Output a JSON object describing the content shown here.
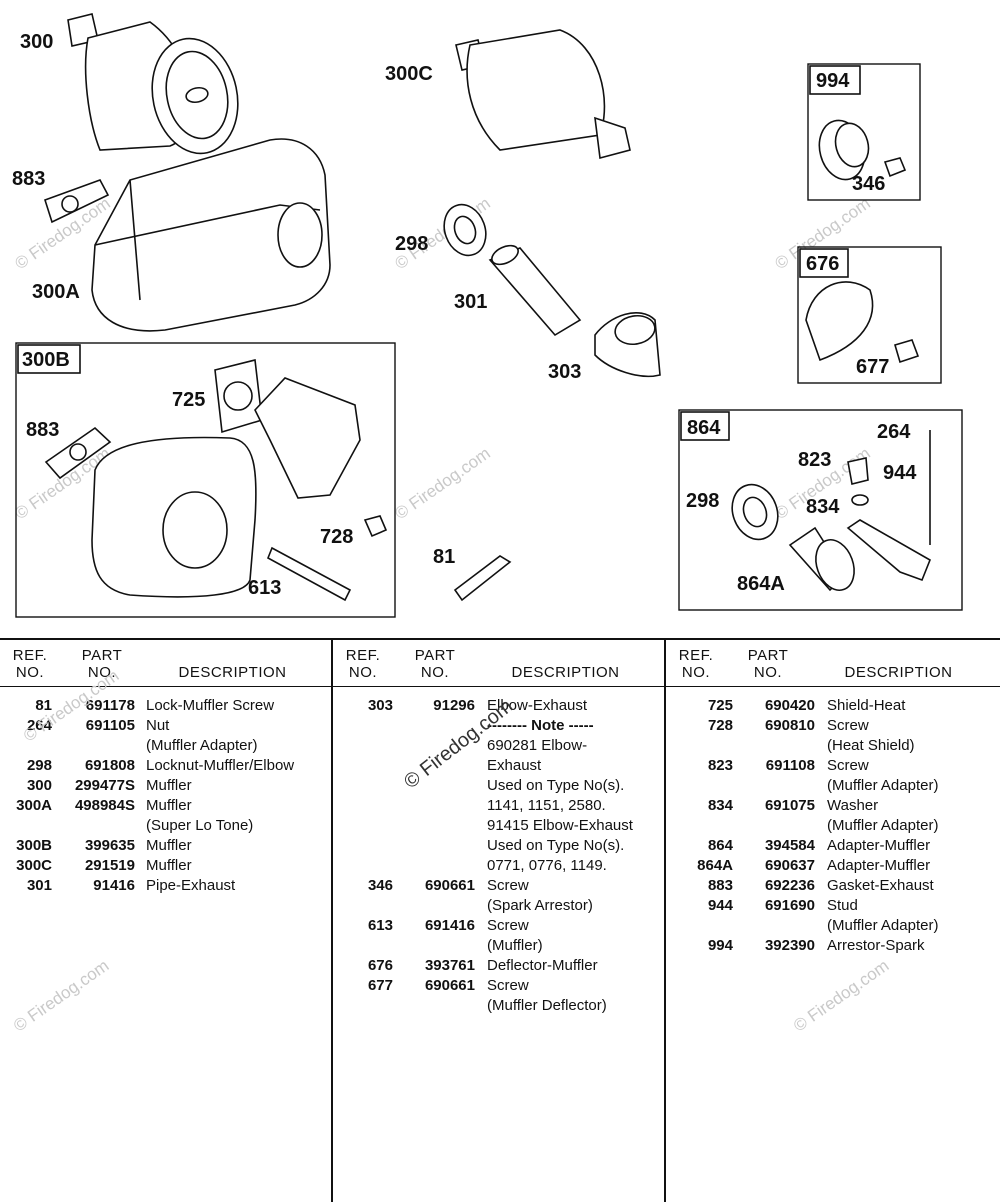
{
  "watermark": "© Firedog.com",
  "diagram": {
    "callouts": {
      "c300": "300",
      "c300c": "300C",
      "c994": "994",
      "c346": "346",
      "c883a": "883",
      "c300a": "300A",
      "c298a": "298",
      "c301": "301",
      "c303": "303",
      "c676": "676",
      "c677": "677",
      "c300b": "300B",
      "c725": "725",
      "c883b": "883",
      "c728": "728",
      "c613": "613",
      "c81": "81",
      "c864": "864",
      "c264": "264",
      "c823": "823",
      "c944": "944",
      "c298b": "298",
      "c834": "834",
      "c864a": "864A"
    }
  },
  "table": {
    "headers": {
      "ref": "REF.\nNO.",
      "part": "PART\nNO.",
      "desc": "DESCRIPTION"
    },
    "columns": [
      [
        {
          "ref": "81",
          "part": "691178",
          "desc": "Lock-Muffler Screw"
        },
        {
          "ref": "264",
          "part": "691105",
          "desc": "Nut"
        },
        {
          "ref": "",
          "part": "",
          "desc": "(Muffler Adapter)"
        },
        {
          "ref": "298",
          "part": "691808",
          "desc": "Locknut-Muffler/Elbow"
        },
        {
          "ref": "300",
          "part": "299477S",
          "desc": "Muffler"
        },
        {
          "ref": "300A",
          "part": "498984S",
          "desc": "Muffler"
        },
        {
          "ref": "",
          "part": "",
          "desc": "(Super Lo Tone)"
        },
        {
          "ref": "300B",
          "part": "399635",
          "desc": "Muffler"
        },
        {
          "ref": "300C",
          "part": "291519",
          "desc": "Muffler"
        },
        {
          "ref": "301",
          "part": "91416",
          "desc": "Pipe-Exhaust"
        }
      ],
      [
        {
          "ref": "303",
          "part": "91296",
          "desc": "Elbow-Exhaust"
        },
        {
          "ref": "",
          "part": "",
          "desc": "-------- Note -----",
          "bold": true
        },
        {
          "ref": "",
          "part": "",
          "desc": "690281 Elbow-"
        },
        {
          "ref": "",
          "part": "",
          "desc": "Exhaust"
        },
        {
          "ref": "",
          "part": "",
          "desc": "Used on Type No(s)."
        },
        {
          "ref": "",
          "part": "",
          "desc": "1141, 1151, 2580."
        },
        {
          "ref": "",
          "part": "",
          "desc": "91415 Elbow-Exhaust"
        },
        {
          "ref": "",
          "part": "",
          "desc": "Used on Type No(s)."
        },
        {
          "ref": "",
          "part": "",
          "desc": "0771, 0776, 1149."
        },
        {
          "ref": "346",
          "part": "690661",
          "desc": "Screw"
        },
        {
          "ref": "",
          "part": "",
          "desc": "(Spark Arrestor)"
        },
        {
          "ref": "613",
          "part": "691416",
          "desc": "Screw"
        },
        {
          "ref": "",
          "part": "",
          "desc": "(Muffler)"
        },
        {
          "ref": "676",
          "part": "393761",
          "desc": "Deflector-Muffler"
        },
        {
          "ref": "677",
          "part": "690661",
          "desc": "Screw"
        },
        {
          "ref": "",
          "part": "",
          "desc": "(Muffler Deflector)"
        }
      ],
      [
        {
          "ref": "725",
          "part": "690420",
          "desc": "Shield-Heat"
        },
        {
          "ref": "728",
          "part": "690810",
          "desc": "Screw"
        },
        {
          "ref": "",
          "part": "",
          "desc": "(Heat Shield)"
        },
        {
          "ref": "823",
          "part": "691108",
          "desc": "Screw"
        },
        {
          "ref": "",
          "part": "",
          "desc": "(Muffler Adapter)"
        },
        {
          "ref": "834",
          "part": "691075",
          "desc": "Washer"
        },
        {
          "ref": "",
          "part": "",
          "desc": "(Muffler Adapter)"
        },
        {
          "ref": "864",
          "part": "394584",
          "desc": "Adapter-Muffler"
        },
        {
          "ref": "864A",
          "part": "690637",
          "desc": "Adapter-Muffler"
        },
        {
          "ref": "883",
          "part": "692236",
          "desc": "Gasket-Exhaust"
        },
        {
          "ref": "944",
          "part": "691690",
          "desc": "Stud"
        },
        {
          "ref": "",
          "part": "",
          "desc": "(Muffler Adapter)"
        },
        {
          "ref": "994",
          "part": "392390",
          "desc": "Arrestor-Spark"
        }
      ]
    ]
  }
}
